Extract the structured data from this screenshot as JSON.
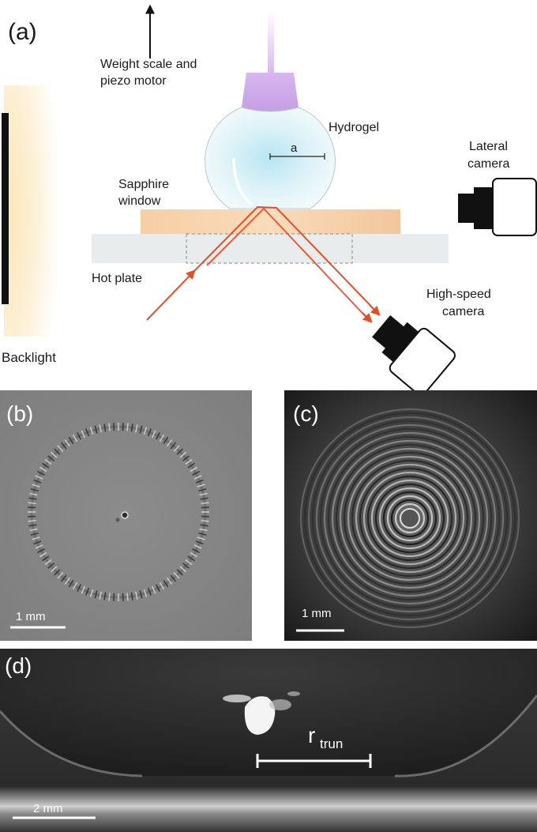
{
  "panel_a": {
    "panel_label": "(a)",
    "weight_scale_line1": "Weight scale and",
    "weight_scale_line2": "piezo motor",
    "hydrogel": "Hydrogel",
    "radius_symbol": "a",
    "lateral_camera_line1": "Lateral",
    "lateral_camera_line2": "camera",
    "sapphire_line1": "Sapphire",
    "sapphire_line2": "window",
    "hot_plate": "Hot plate",
    "high_speed_line1": "High-speed",
    "high_speed_line2": "camera",
    "backlight": "Backlight"
  },
  "panel_b": {
    "panel_label": "(b)",
    "scale_bar": "1 mm"
  },
  "panel_c": {
    "panel_label": "(c)",
    "scale_bar": "1 mm"
  },
  "panel_d": {
    "panel_label": "(d)",
    "r_symbol": "r",
    "r_subscript": "trun",
    "scale_bar": "2 mm"
  },
  "colors": {
    "laser": "#e0502a",
    "hydrogel_holder": "#cba7e8",
    "sapphire": "#f3c89b",
    "hot_plate": "#e9ecec",
    "backlight": "#fbe9c4",
    "hydrogel_glow": "#bfe6f2"
  }
}
